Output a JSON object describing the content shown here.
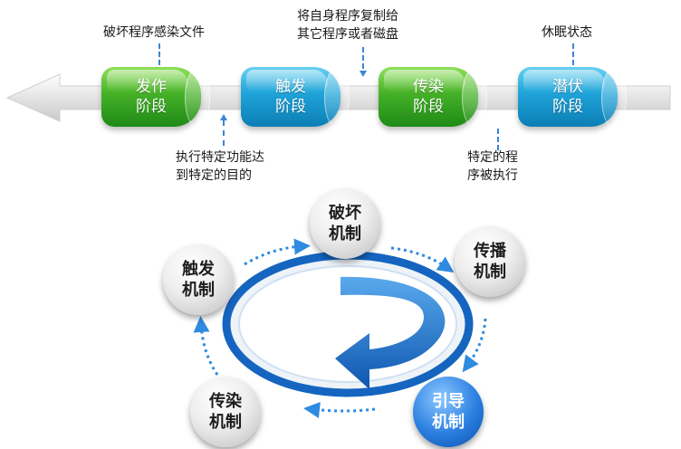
{
  "timeline": {
    "stages": [
      {
        "label": "发作\n阶段",
        "color": "green"
      },
      {
        "label": "触发\n阶段",
        "color": "blue"
      },
      {
        "label": "传染\n阶段",
        "color": "green"
      },
      {
        "label": "潜伏\n阶段",
        "color": "blue"
      }
    ],
    "captions": {
      "above_1": "破坏程序感染文件",
      "above_3": "将自身程序复制给\n其它程序或者磁盘",
      "above_4": "休眠状态",
      "below_1": "执行特定功能达\n到特定的目的",
      "below_3": "特定的程\n序被执行"
    }
  },
  "cycle": {
    "mechanisms": [
      {
        "label": "破坏\n机制",
        "highlight": false
      },
      {
        "label": "传播\n机制",
        "highlight": false
      },
      {
        "label": "引导\n机制",
        "highlight": true
      },
      {
        "label": "传染\n机制",
        "highlight": false
      },
      {
        "label": "触发\n机制",
        "highlight": false
      }
    ]
  },
  "colors": {
    "accent_blue": "#1565c0",
    "dotted_arrow": "#2e8be0",
    "green_stage": "#3aa824",
    "blue_stage": "#1ea3d8"
  }
}
